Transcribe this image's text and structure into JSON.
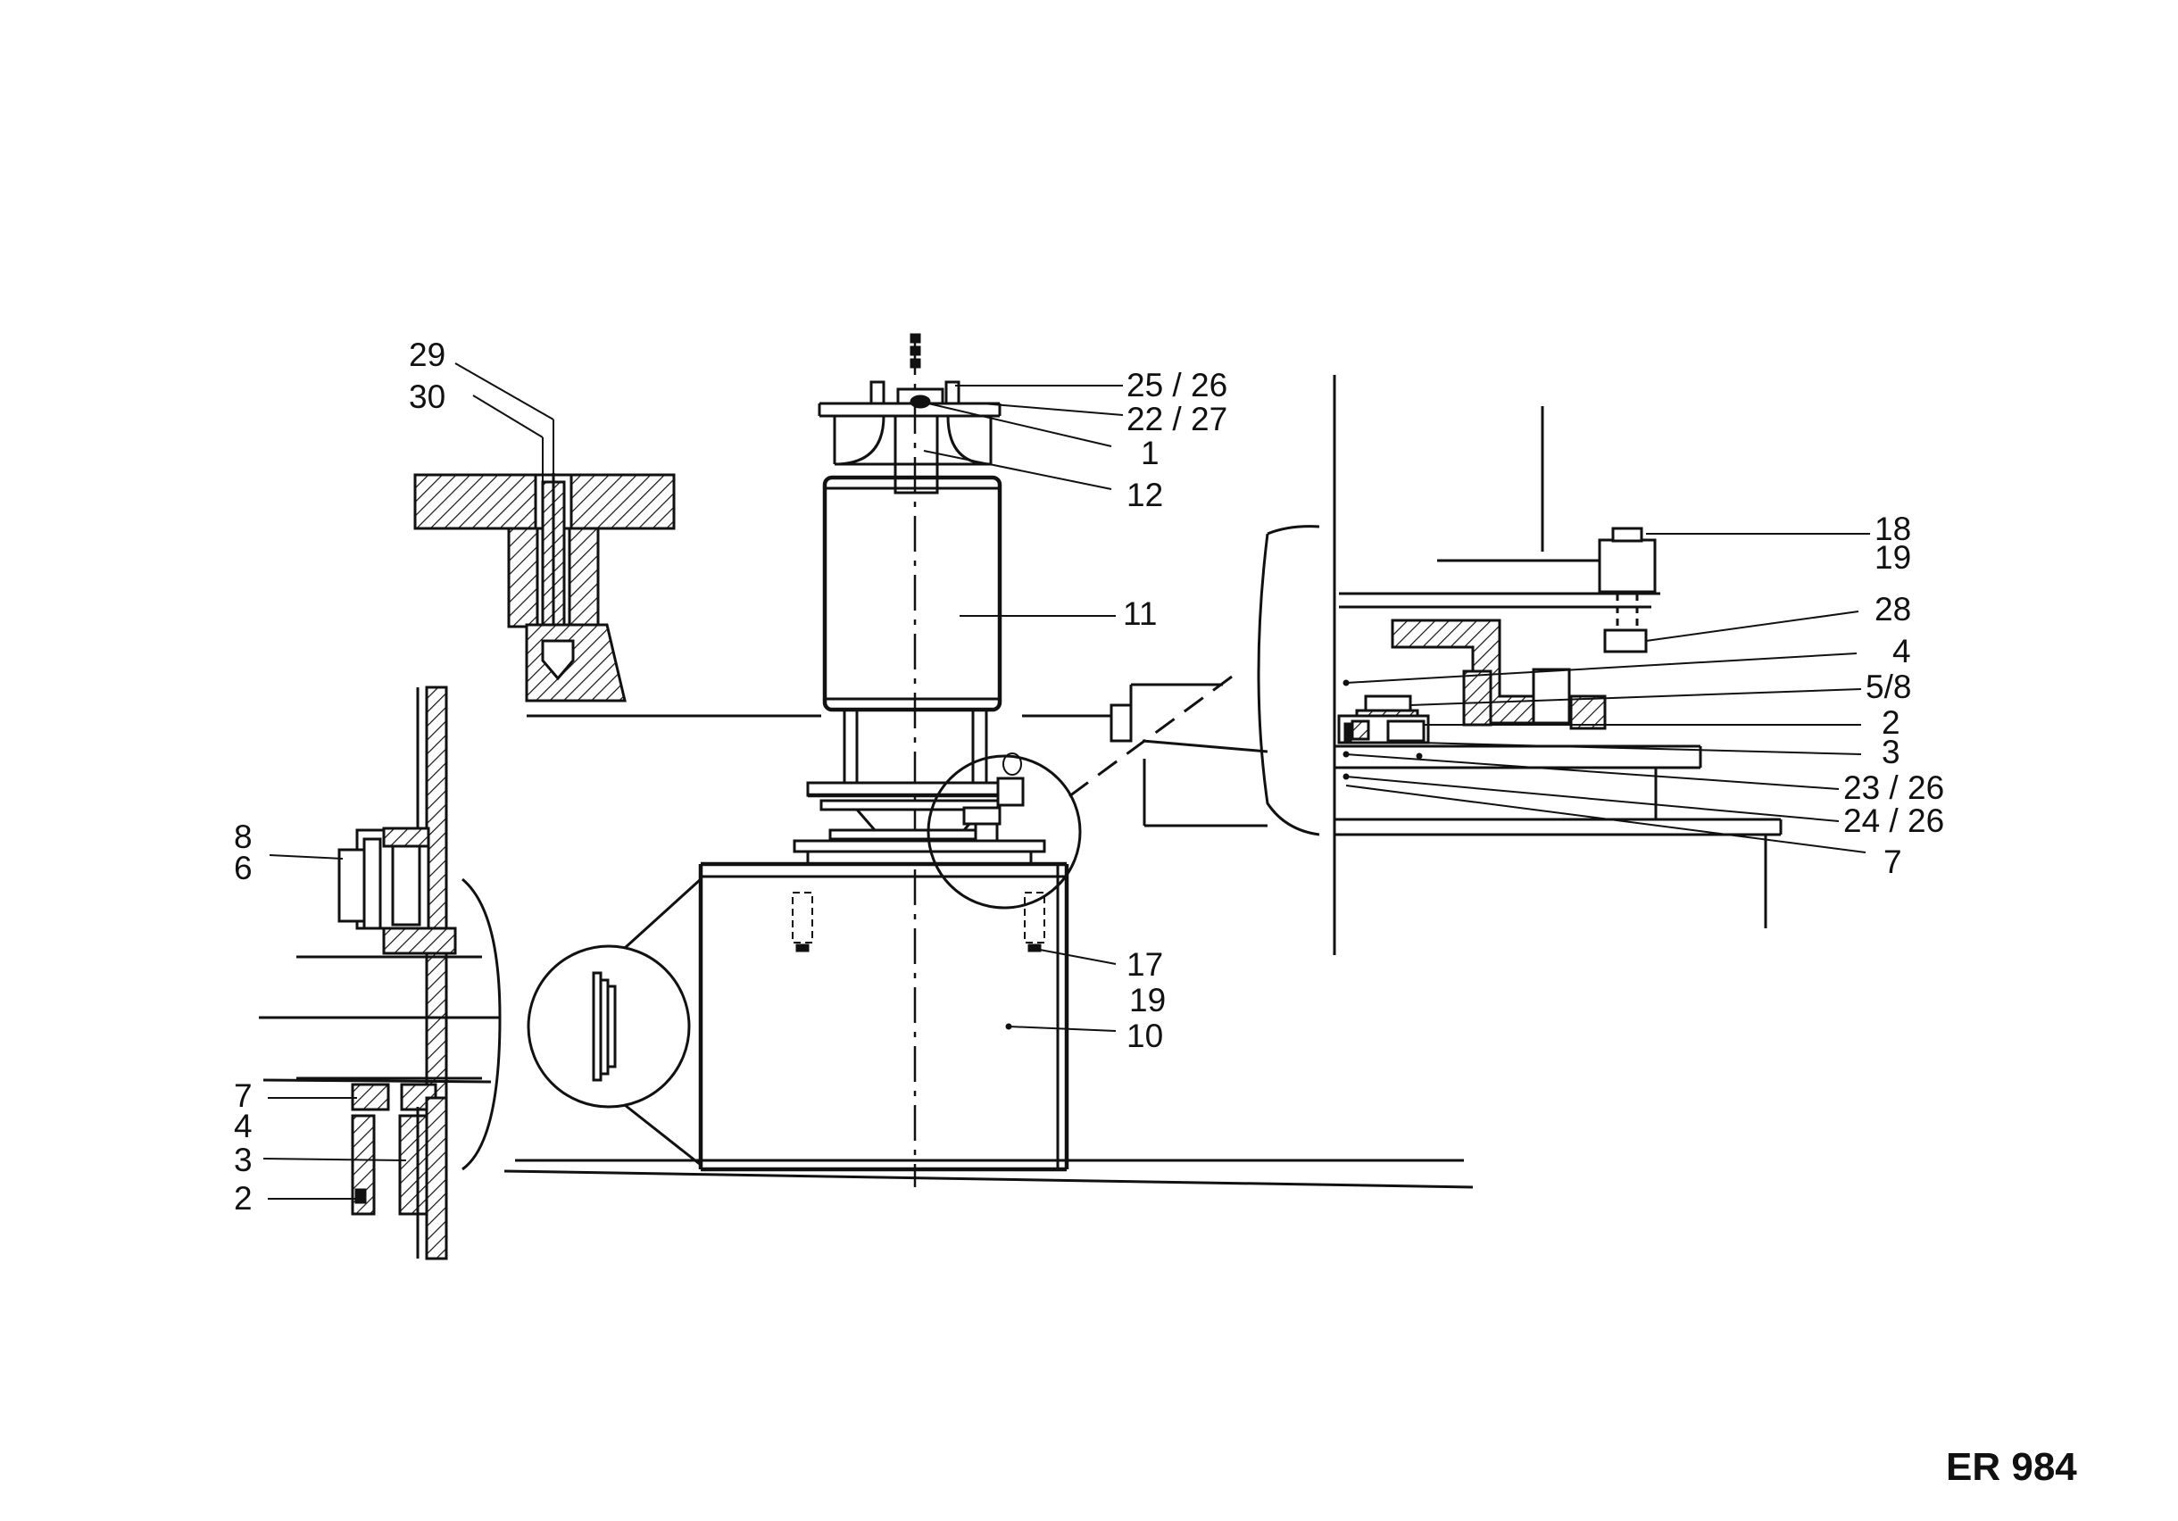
{
  "document_code": "ER 984",
  "labels": {
    "l25_26": "25 / 26",
    "l22_27": "22 / 27",
    "l1": "1",
    "l12": "12",
    "l11": "11",
    "l29": "29",
    "l30": "30",
    "l18": "18",
    "l19a": "19",
    "l28": "28",
    "l4a": "4",
    "l5_8": "5/8",
    "l2a": "2",
    "l3a": "3",
    "l23_26": "23 / 26",
    "l24_26": "24 / 26",
    "l7a": "7",
    "l8": "8",
    "l6": "6",
    "l17": "17",
    "l19b": "19",
    "l10": "10",
    "l7b": "7",
    "l4b": "4",
    "l3b": "3",
    "l2b": "2"
  },
  "colors": {
    "ink": "#111111",
    "paper": "#ffffff"
  }
}
